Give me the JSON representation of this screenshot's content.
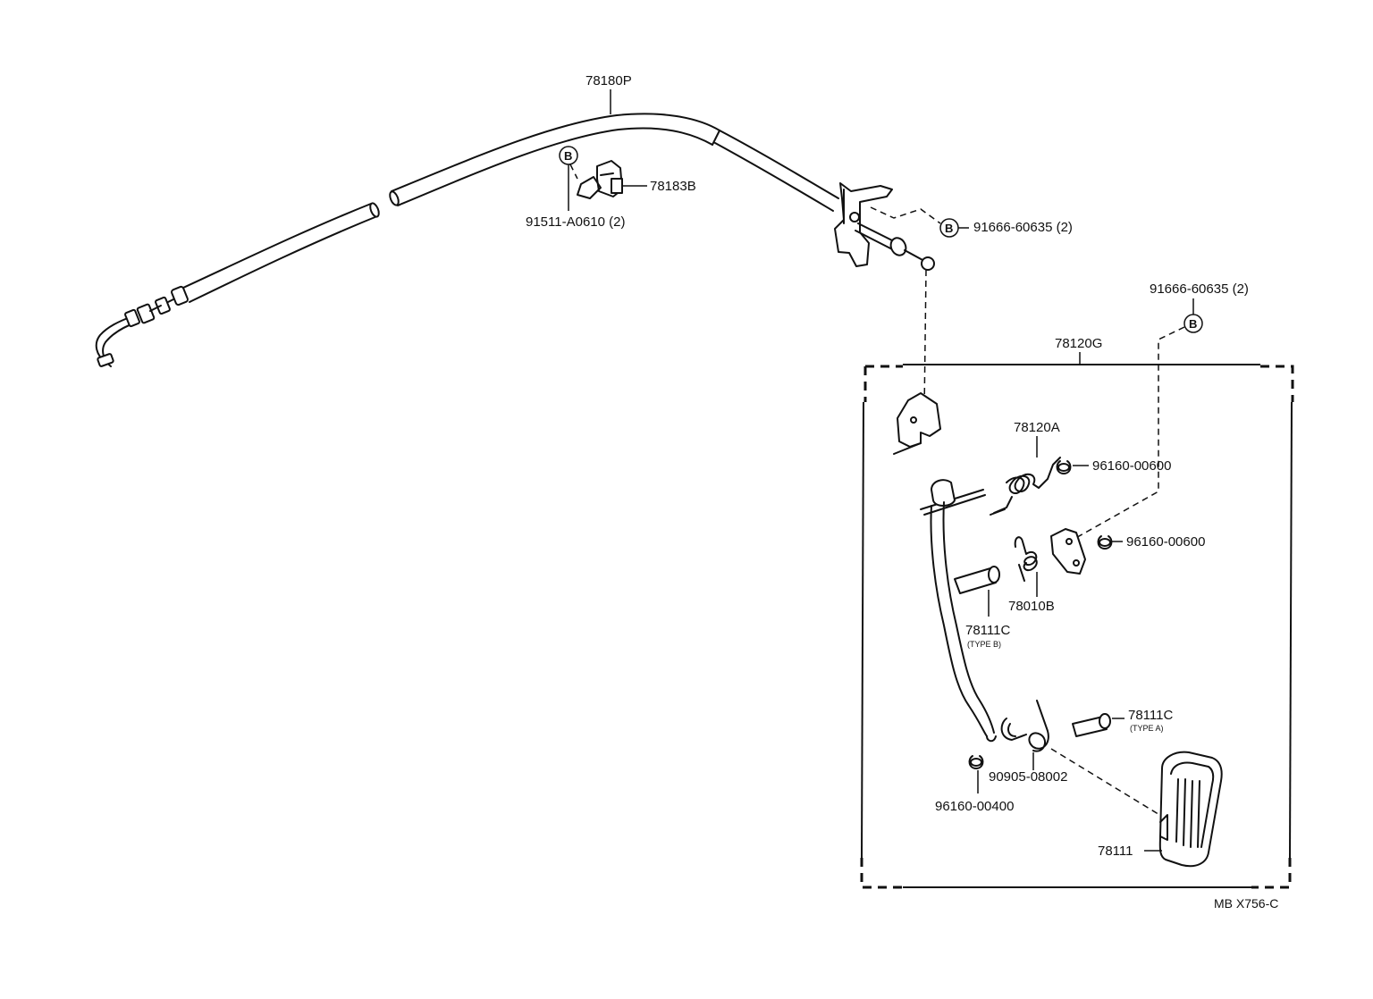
{
  "diagram_id": "MB X756-C",
  "marker_letter": "B",
  "labels": {
    "cable": "78180P",
    "bracket": "78183B",
    "screw_bracket": "91511-A0610 (2)",
    "bolt_top": "91666-60635 (2)",
    "bolt_right": "91666-60635 (2)",
    "pedal_assy": "78120G",
    "spring_a": "78120A",
    "clip_1": "96160-00600",
    "clip_2": "96160-00600",
    "spring_b": "78010B",
    "pin_b": "78111C",
    "pin_b_type": "(TYPE B)",
    "pin_a": "78111C",
    "pin_a_type": "(TYPE A)",
    "spring_c": "90905-08002",
    "clip_3": "96160-00400",
    "pad": "78111"
  }
}
